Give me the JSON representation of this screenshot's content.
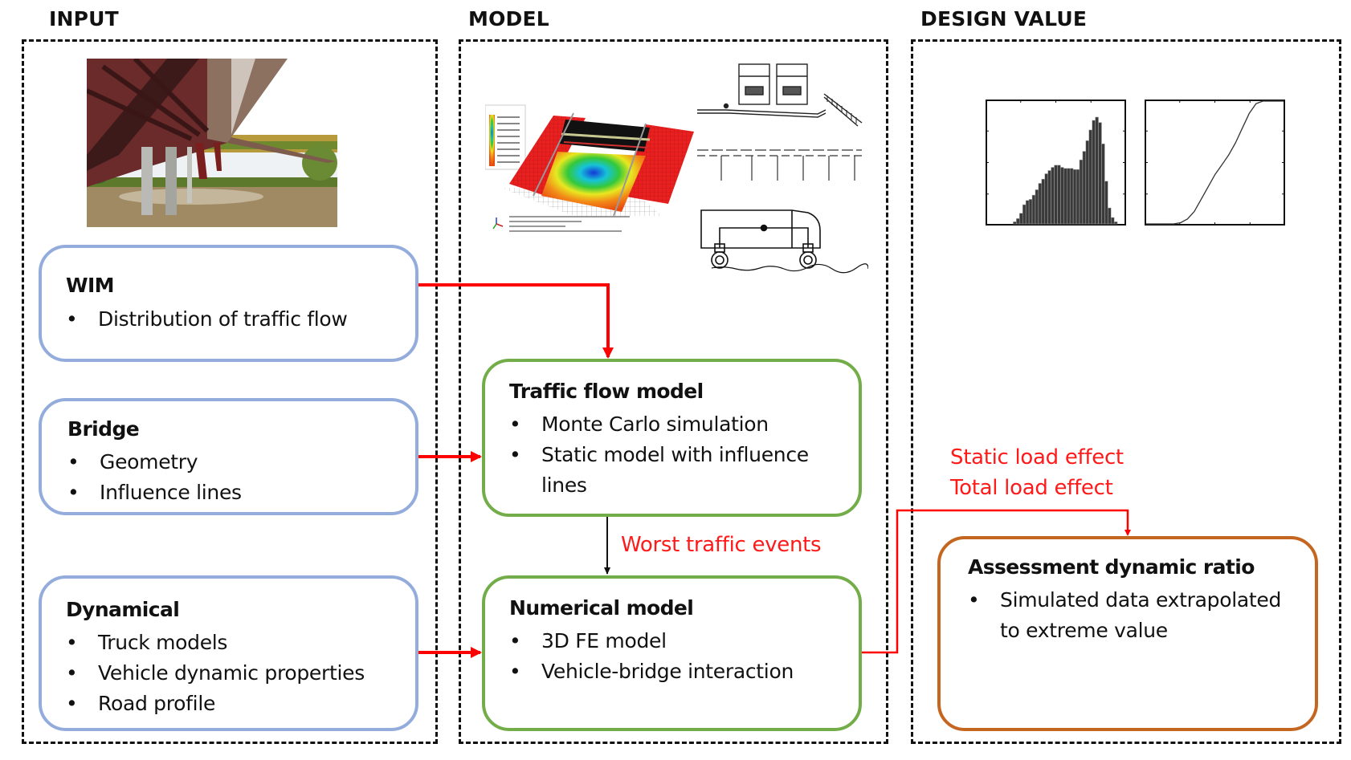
{
  "columns": [
    {
      "id": "input",
      "header": "INPUT"
    },
    {
      "id": "model",
      "header": "MODEL"
    },
    {
      "id": "design",
      "header": "DESIGN VALUE"
    }
  ],
  "bullet_char": "•",
  "input_boxes": [
    {
      "title": "WIM",
      "items": [
        "Distribution of traffic flow"
      ]
    },
    {
      "title": "Bridge",
      "items": [
        "Geometry",
        "Influence lines"
      ]
    },
    {
      "title": "Dynamical",
      "items": [
        "Truck models",
        "Vehicle dynamic properties",
        "Road profile"
      ]
    }
  ],
  "model_boxes": [
    {
      "title": "Traffic flow model",
      "items": [
        "Monte Carlo simulation",
        "Static model with influence",
        "lines"
      ]
    },
    {
      "title": "Numerical model",
      "items": [
        "3D FE model",
        "Vehicle-bridge interaction"
      ]
    }
  ],
  "design_box": {
    "title": "Assessment dynamic ratio",
    "items": [
      "Simulated data extrapolated",
      "to extreme value"
    ]
  },
  "arrow_labels": {
    "worst_events": "Worst traffic events",
    "static_load": "Static load effect",
    "total_load": "Total load effect"
  },
  "images": {
    "bridge_photo": "bridge photograph (underside view of steel girder bridge over river)",
    "fe_model": "3D FE contour plot of bridge deck",
    "truck_cross_section": "two trucks on bridge cross-section",
    "beam_model": "bridge beam with supports",
    "vehicle_model": "vehicle dynamic model on road profile"
  },
  "colors": {
    "input_border": "#93acdc",
    "model_border": "#72ad4a",
    "design_border": "#c4661f",
    "arrow_red": "#ff0000",
    "arrow_black": "#111111"
  },
  "chart_data": [
    {
      "type": "bar",
      "title": "",
      "xlabel": "",
      "ylabel": "",
      "description": "histogram of simulated load effect (bimodal)",
      "values": [
        0,
        0,
        0,
        0,
        0,
        0,
        0,
        0,
        0.02,
        0.05,
        0.1,
        0.18,
        0.22,
        0.23,
        0.27,
        0.32,
        0.38,
        0.42,
        0.47,
        0.5,
        0.53,
        0.55,
        0.55,
        0.53,
        0.52,
        0.52,
        0.52,
        0.51,
        0.51,
        0.6,
        0.68,
        0.78,
        0.88,
        0.97,
        1.0,
        0.95,
        0.75,
        0.4,
        0.15,
        0.06,
        0.02,
        0,
        0
      ],
      "ylim": [
        0,
        1.15
      ],
      "grid": false
    },
    {
      "type": "line",
      "title": "",
      "xlabel": "",
      "ylabel": "",
      "description": "cumulative distribution curve",
      "x": [
        0,
        0.2,
        0.25,
        0.3,
        0.35,
        0.4,
        0.45,
        0.5,
        0.55,
        0.6,
        0.65,
        0.7,
        0.75,
        0.8,
        0.85,
        0.9,
        1.0
      ],
      "y": [
        0,
        0,
        0.01,
        0.04,
        0.1,
        0.2,
        0.3,
        0.4,
        0.48,
        0.56,
        0.66,
        0.78,
        0.9,
        0.98,
        1.0,
        1.0,
        1.0
      ],
      "xlim": [
        0,
        1
      ],
      "ylim": [
        0,
        1
      ],
      "grid": false
    }
  ]
}
